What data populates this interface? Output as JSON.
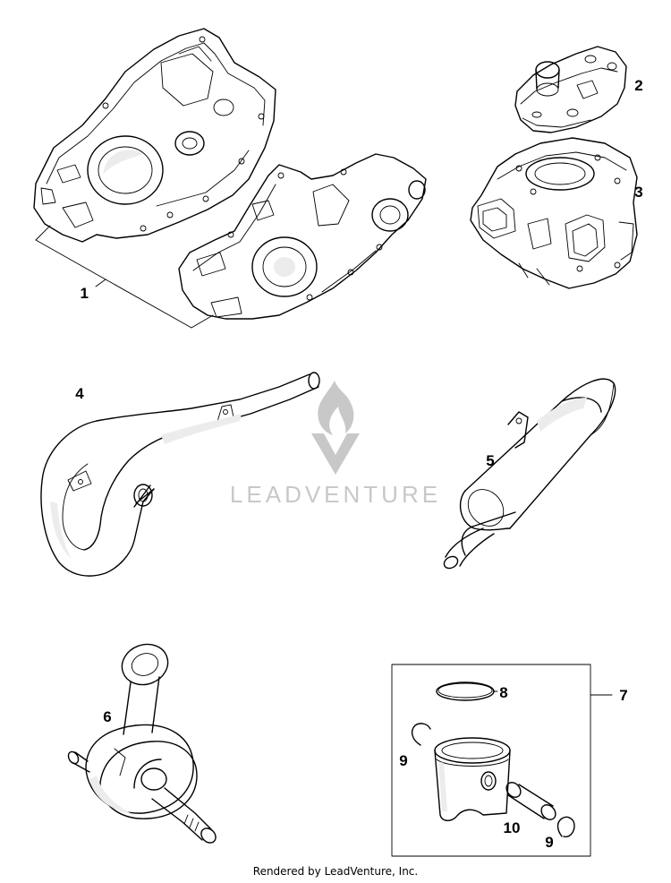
{
  "callouts": {
    "p1": "1",
    "p2": "2",
    "p3": "3",
    "p4": "4",
    "p5": "5",
    "p6": "6",
    "p7": "7",
    "p8": "8",
    "p9a": "9",
    "p9b": "9",
    "p10": "10"
  },
  "watermark": {
    "text": "LEADVENTURE"
  },
  "footer": {
    "text": "Rendered by LeadVenture, Inc."
  }
}
